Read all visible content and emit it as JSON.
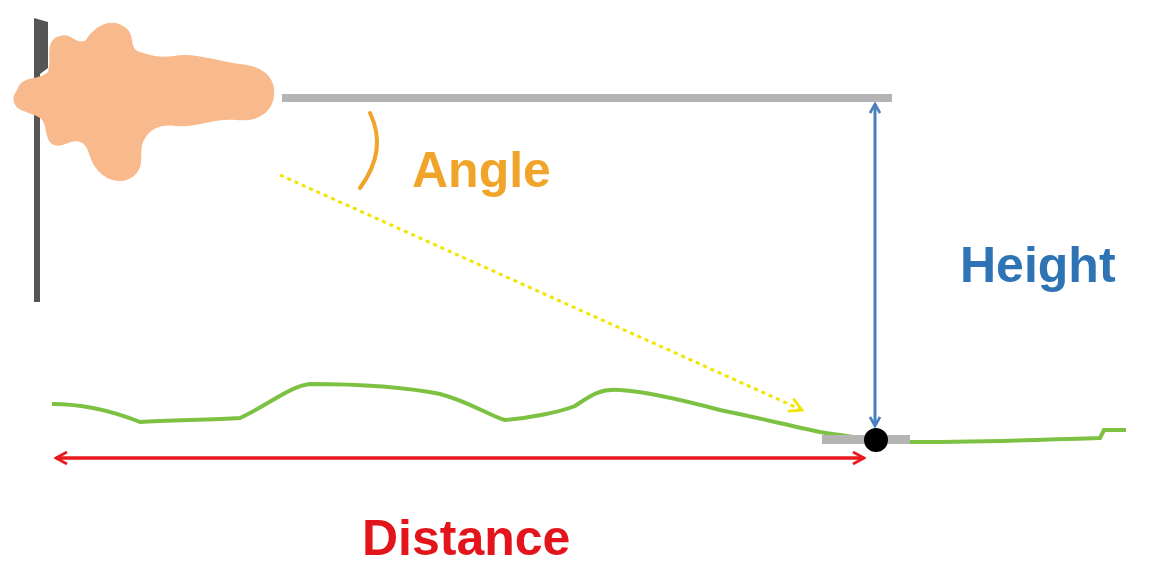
{
  "diagram": {
    "labels": [
      "Angle",
      "Height",
      "Distance"
    ]
  }
}
